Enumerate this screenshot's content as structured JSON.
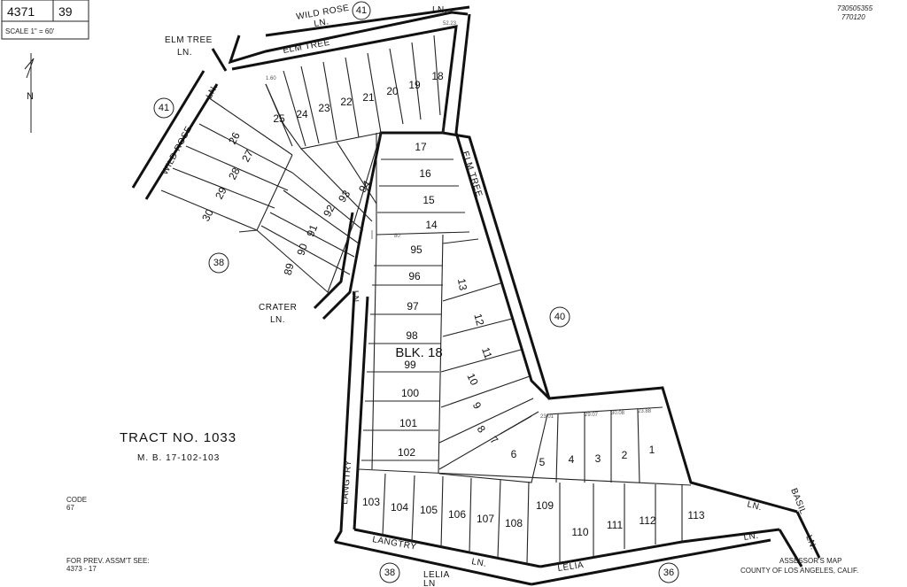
{
  "header": {
    "book": "4371",
    "page": "39",
    "scale_label": "SCALE 1\" = 60'",
    "stamp_line1": "730505355",
    "stamp_line2": "770120"
  },
  "north_arrow": {
    "letter": "N"
  },
  "tract": {
    "title": "TRACT NO. 1033",
    "map_book": "M. B. 17-102-103"
  },
  "block_label": "BLK. 18",
  "code": {
    "label": "CODE",
    "value": "67"
  },
  "prev_assmt": {
    "line1": "FOR PREV. ASSM'T SEE:",
    "line2": "4373 - 17"
  },
  "footer": {
    "line1": "ASSESSOR'S MAP",
    "line2": "COUNTY OF LOS ANGELES, CALIF."
  },
  "streets": {
    "wild_rose_top_a": "WILD ROSE",
    "wild_rose_top_b": "LN.",
    "ln_top_right": "LN.",
    "elm_tree_left_a": "ELM TREE",
    "elm_tree_left_b": "LN.",
    "elm_tree_top": "ELM TREE",
    "wild_rose_left": "WILD ROSE",
    "ln_left": "LN.",
    "elm_tree_right": "ELM TREE",
    "crater_a": "CRATER",
    "crater_b": "LN.",
    "ln_crater": "LN.",
    "langtry_vertical": "LANGTRY",
    "langtry_bottom": "LANGTRY",
    "ln_langtry": "LN.",
    "lelia_bottom_a": "LELIA",
    "lelia_bottom_b": "LN",
    "lelia_right": "LELIA",
    "ln_lelia": "LN.",
    "basil": "BASIL",
    "ln_basil": "LN.",
    "ln_right": "LN."
  },
  "page_refs": [
    "41",
    "41",
    "38",
    "40",
    "38",
    "36"
  ],
  "lots": {
    "top_row": [
      "25",
      "24",
      "23",
      "22",
      "21",
      "20",
      "19",
      "18"
    ],
    "left_diag": [
      "26",
      "27",
      "28",
      "29",
      "30"
    ],
    "fan": [
      "94",
      "93",
      "92",
      "91",
      "90",
      "89"
    ],
    "elm_col": [
      "17",
      "16",
      "15",
      "14"
    ],
    "center_col": [
      "95",
      "96",
      "97",
      "98",
      "99",
      "100",
      "101",
      "102"
    ],
    "right_curve": [
      "13",
      "12",
      "11",
      "10",
      "9",
      "8",
      "7",
      "6",
      "5",
      "4",
      "3",
      "2",
      "1"
    ],
    "bottom_row": [
      "103",
      "104",
      "105",
      "106",
      "107",
      "108",
      "109",
      "110",
      "111",
      "112",
      "113"
    ]
  }
}
